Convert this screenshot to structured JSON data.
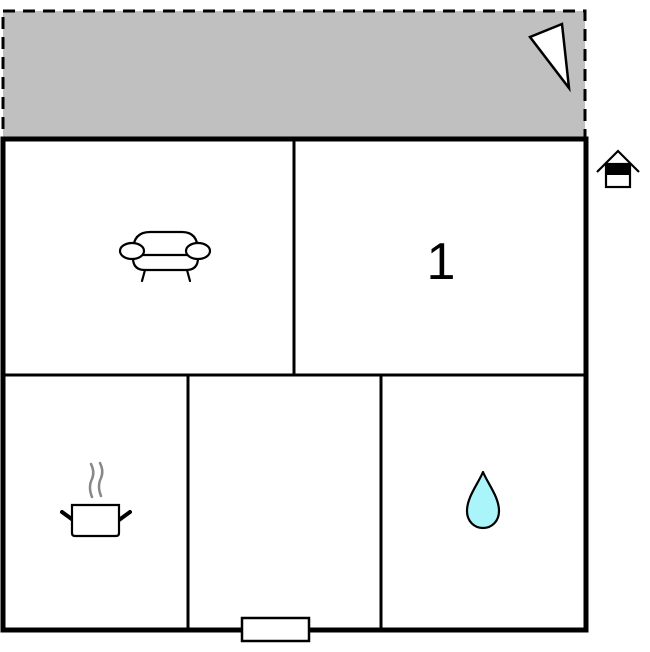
{
  "floorplan": {
    "terrace": {
      "fill": "#c0c0c0",
      "border": "dashed"
    },
    "rooms": [
      {
        "id": "living-room",
        "icon": "sofa-icon"
      },
      {
        "id": "bedroom-1",
        "label": "1"
      },
      {
        "id": "kitchen",
        "icon": "cooking-pot-icon"
      },
      {
        "id": "hallway"
      },
      {
        "id": "bathroom",
        "icon": "water-drop-icon",
        "icon_color": "#aaf5fa"
      }
    ],
    "entrance": {
      "icon": "house-entrance-icon"
    },
    "compass": {
      "icon": "north-arrow-icon"
    },
    "window": {
      "icon": "window-icon"
    }
  }
}
